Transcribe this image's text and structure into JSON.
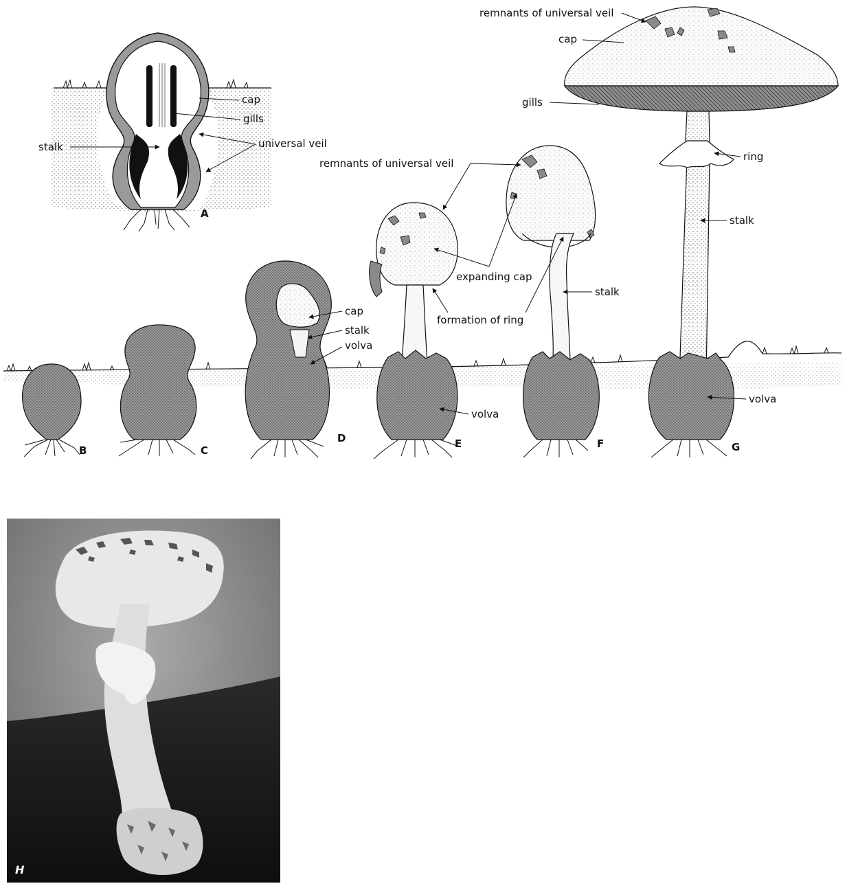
{
  "colors": {
    "ink": "#111111",
    "volva_fill": "#8a8a8a",
    "cap_fill": "#f4f4f4",
    "soil_fill": "#d9d9d9",
    "photo_bg": "#7d7d7d",
    "photo_dark": "#222222"
  },
  "panel_a": {
    "letter": "A",
    "labels": {
      "cap": "cap",
      "gills": "gills",
      "stalk": "stalk",
      "universal_veil": "universal veil"
    }
  },
  "stages": {
    "b": {
      "letter": "B"
    },
    "c": {
      "letter": "C"
    },
    "d": {
      "letter": "D",
      "labels": {
        "cap": "cap",
        "stalk": "stalk",
        "volva": "volva"
      }
    },
    "e": {
      "letter": "E",
      "labels": {
        "volva": "volva"
      }
    },
    "f": {
      "letter": "F",
      "labels": {
        "stalk": "stalk"
      }
    },
    "g": {
      "letter": "G",
      "labels": {
        "remnants": "remnants of universal veil",
        "cap": "cap",
        "gills": "gills",
        "ring": "ring",
        "stalk": "stalk",
        "volva": "volva"
      }
    }
  },
  "shared_labels": {
    "remnants": "remnants of universal veil",
    "expanding_cap": "expanding cap",
    "formation_of_ring": "formation of ring"
  },
  "photo": {
    "letter": "H"
  }
}
